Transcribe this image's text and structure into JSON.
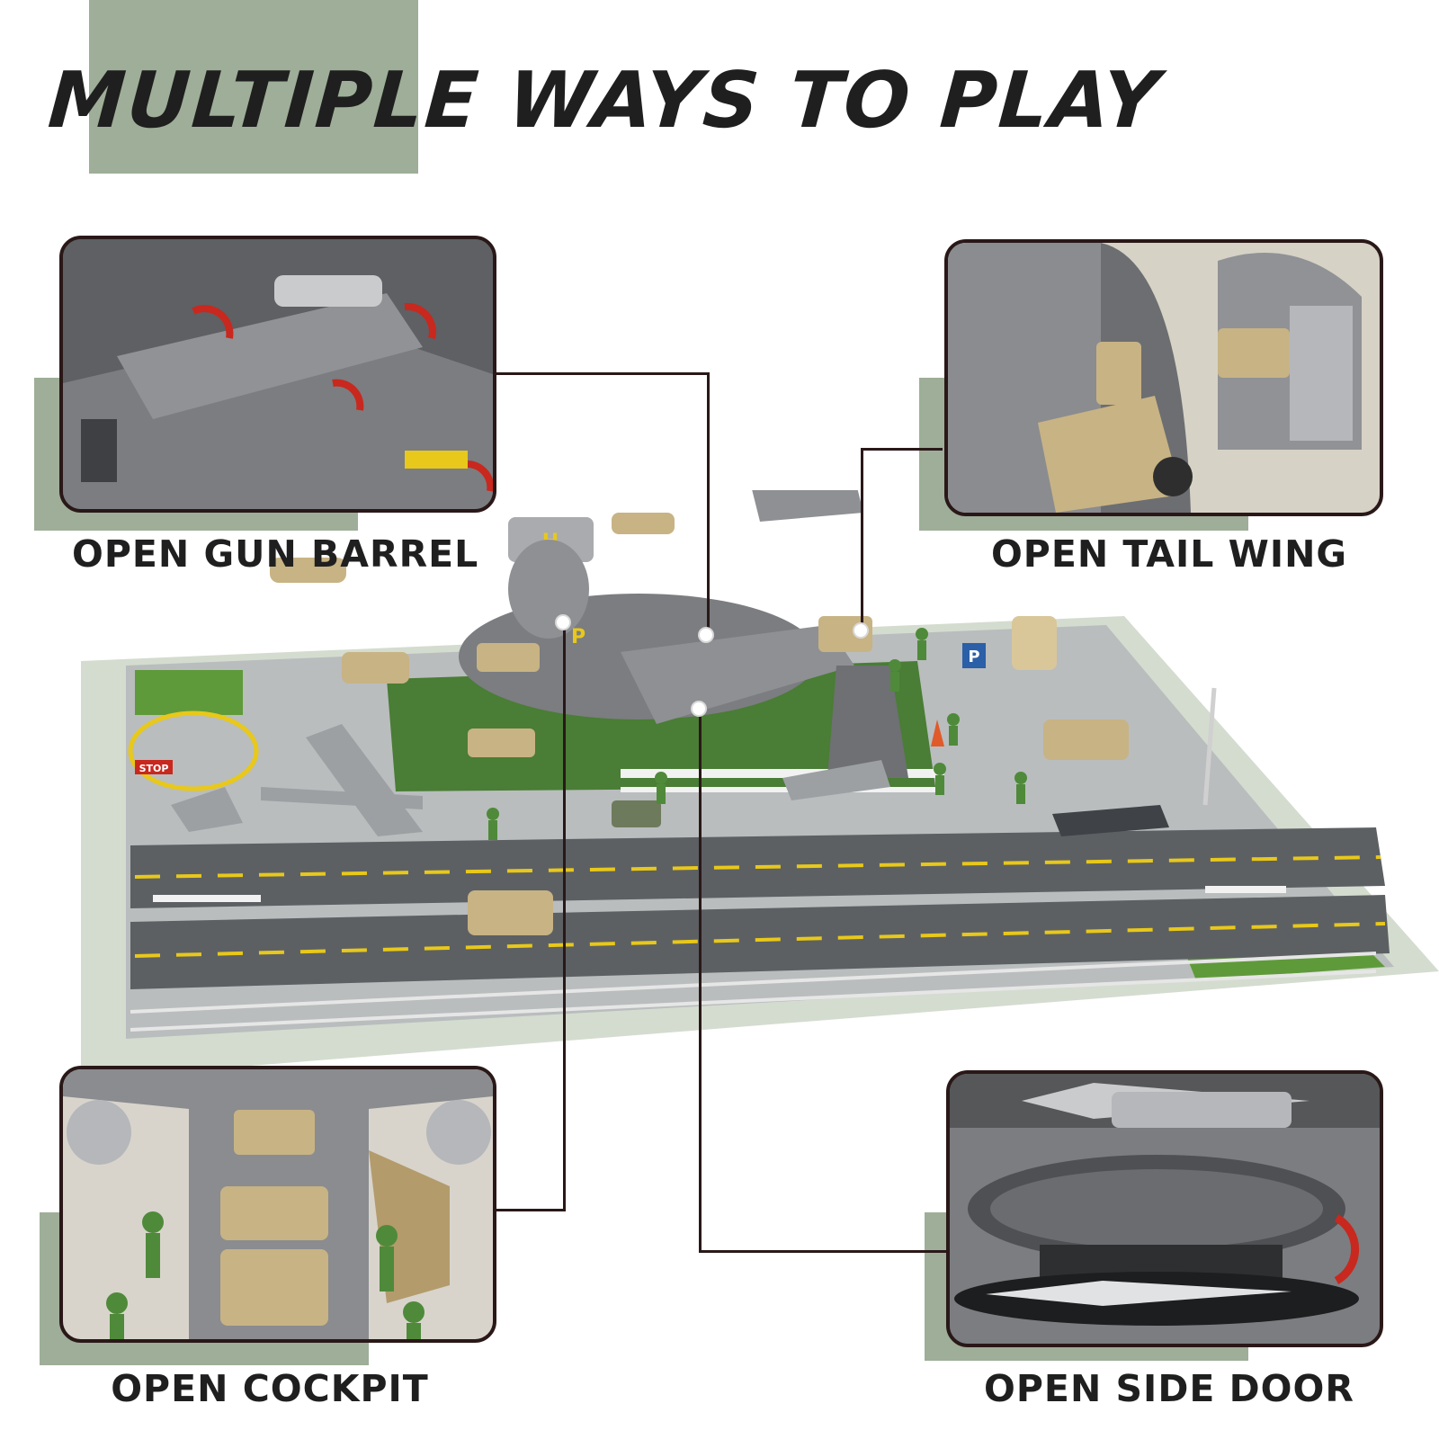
{
  "title": "MULTIPLE WAYS TO PLAY",
  "features": {
    "gun_barrel": {
      "caption": "OPEN GUN BARREL"
    },
    "tail_wing": {
      "caption": "OPEN TAIL WING"
    },
    "cockpit": {
      "caption": "OPEN COCKPIT"
    },
    "side_door": {
      "caption": "OPEN SIDE DOOR"
    }
  },
  "playmat": {
    "stop_sign": "STOP",
    "parking_sign": "P",
    "helipad_letter": "H",
    "aircraft_marking": "P"
  },
  "colors": {
    "accent_green": "#9eae98",
    "connector_line": "#2a1818",
    "toy_gray": "#7b7d80",
    "toy_tan": "#c8b384",
    "soldier_green": "#4f8a3a",
    "arrow_red": "#c8281e",
    "runway_yellow": "#e8c81a"
  }
}
